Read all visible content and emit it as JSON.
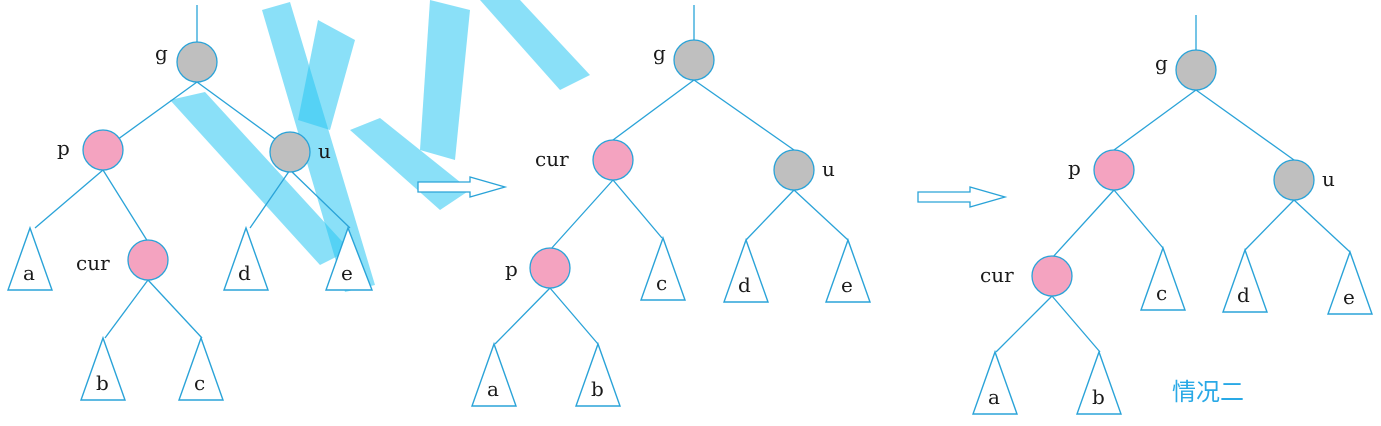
{
  "diagram1": {
    "nodes": {
      "g": "g",
      "p": "p",
      "u": "u",
      "cur": "cur"
    },
    "subtrees": [
      "a",
      "b",
      "c",
      "d",
      "e"
    ]
  },
  "diagram2": {
    "nodes": {
      "g": "g",
      "cur": "cur",
      "u": "u",
      "p": "p"
    },
    "subtrees": [
      "a",
      "b",
      "c",
      "d",
      "e"
    ]
  },
  "diagram3": {
    "nodes": {
      "g": "g",
      "p": "p",
      "u": "u",
      "cur": "cur"
    },
    "subtrees": [
      "a",
      "b",
      "c",
      "d",
      "e"
    ]
  },
  "caption": "情况二",
  "colors": {
    "red_node": "#f4a3c0",
    "black_node": "#bfbfbf",
    "line": "#2aa3d8",
    "caption": "#29a9e6"
  }
}
